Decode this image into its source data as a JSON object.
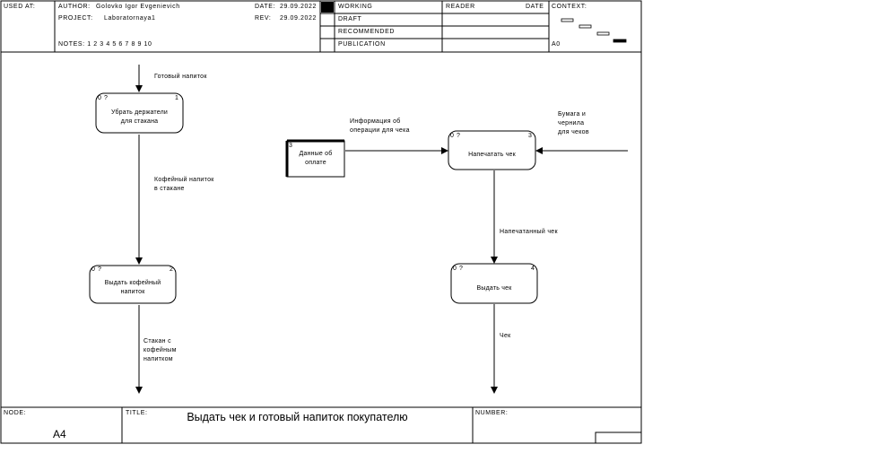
{
  "header": {
    "used_at": "USED AT:",
    "author_label": "AUTHOR:",
    "author_value": "Golovko Igor Evgenievich",
    "project_label": "PROJECT:",
    "project_value": "Laboratornaya1",
    "date_label": "DATE:",
    "date_value": "29.09.2022",
    "rev_label": "REV:",
    "rev_value": "29.09.2022",
    "notes": "NOTES:  1  2  3  4  5  6  7  8  9  10",
    "working": "WORKING",
    "draft": "DRAFT",
    "recommended": "RECOMMENDED",
    "publication": "PUBLICATION",
    "reader": "READER",
    "date2": "DATE",
    "context": "CONTEXT:",
    "context_node": "A0"
  },
  "nodes": [
    {
      "line1": "Убрать держатели",
      "line2": "для стакана",
      "ref": "0 ?",
      "num": "1"
    },
    {
      "line1": "Выдать кофейный",
      "line2": "напиток",
      "ref": "0 ?",
      "num": "2"
    },
    {
      "line1": "Напечатать чек",
      "line2": "",
      "ref": "0 ?",
      "num": "3"
    },
    {
      "line1": "Выдать чек",
      "line2": "",
      "ref": "0 ?",
      "num": "4"
    }
  ],
  "data_store": {
    "num": "3",
    "line1": "Данные об",
    "line2": "оплате"
  },
  "arrows": {
    "ready_drink": "Готовый напиток",
    "coffee_cup_1": "Кофейный напиток",
    "coffee_cup_2": "в стакане",
    "cup_1": "Стакан с",
    "cup_2": "кофейным",
    "cup_3": "напитком",
    "op_info_1": "Информация об",
    "op_info_2": "операции для чека",
    "paper_1": "Бумага и",
    "paper_2": "чернила",
    "paper_3": "для чеков",
    "printed": "Напечатанный чек",
    "receipt": "Чек"
  },
  "footer": {
    "node_label": "NODE:",
    "node_value": "A4",
    "title_label": "TITLE:",
    "title_value": "Выдать чек и готовый напиток покупателю",
    "number_label": "NUMBER:"
  }
}
